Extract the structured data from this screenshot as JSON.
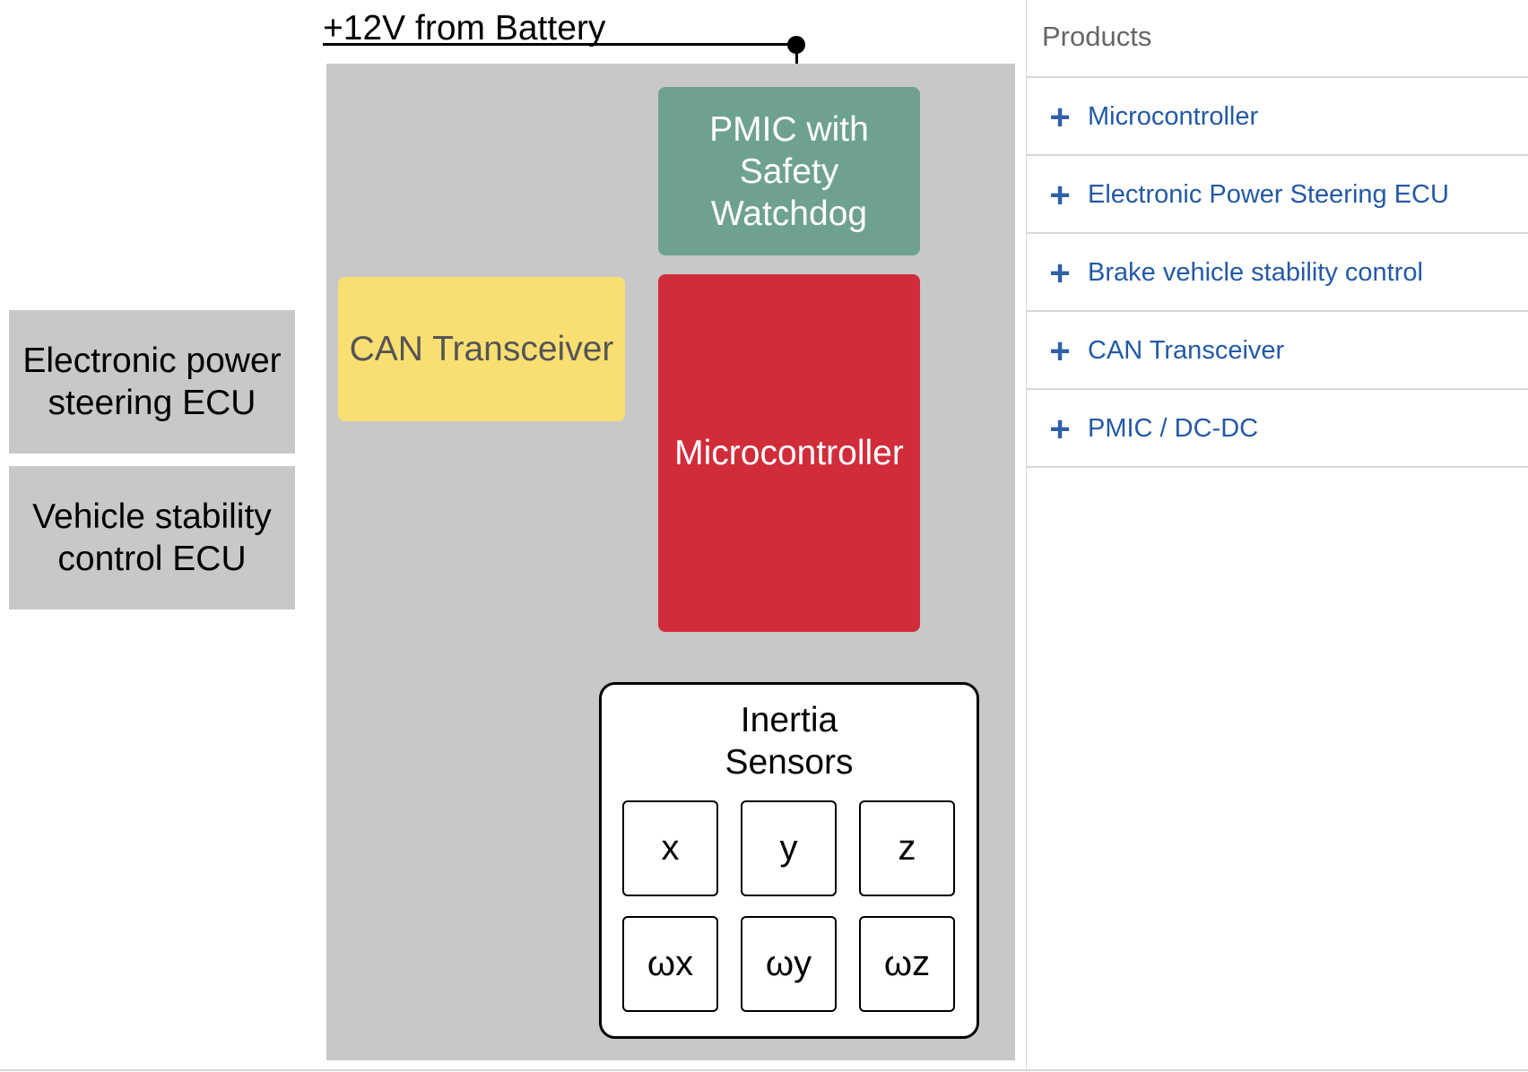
{
  "diagram": {
    "supply_label": "+12V from Battery",
    "external_ecus": [
      {
        "label": "Electronic power steering ECU"
      },
      {
        "label": "Vehicle stability control ECU"
      }
    ],
    "blocks": {
      "pmic": "PMIC with Safety Watchdog",
      "can": "CAN Transceiver",
      "mcu": "Microcontroller"
    },
    "sensors": {
      "title": "Inertia Sensors",
      "cells": [
        "x",
        "y",
        "z",
        "ωx",
        "ωy",
        "ωz"
      ]
    },
    "colors": {
      "board": "#c8c8c8",
      "pmic": "#6fa191",
      "can": "#f9df71",
      "mcu": "#d12c3a"
    }
  },
  "products_panel": {
    "header": "Products",
    "expand_icon": "plus-icon",
    "accent": "#2359a6",
    "items": [
      {
        "label": "Microcontroller"
      },
      {
        "label": "Electronic Power Steering ECU"
      },
      {
        "label": "Brake vehicle stability control"
      },
      {
        "label": "CAN Transceiver"
      },
      {
        "label": "PMIC / DC-DC"
      }
    ]
  }
}
